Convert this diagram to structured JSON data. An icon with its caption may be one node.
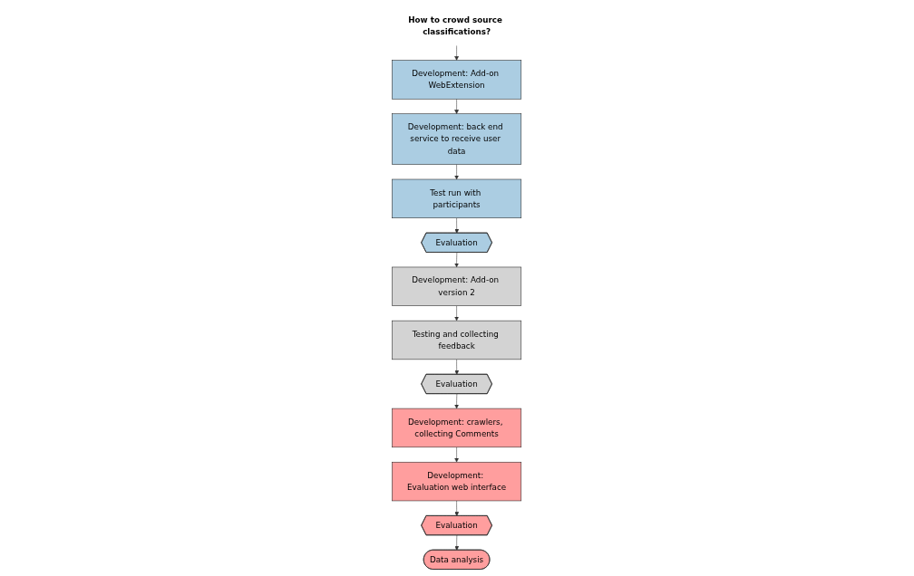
{
  "diagram": {
    "nodes": [
      {
        "text": [
          "How to crowd source classifications?"
        ]
      },
      {
        "text": [
          "Development: Add-on WebExtension"
        ]
      },
      {
        "text": [
          "Development: back end service to receive user data"
        ]
      },
      {
        "text": [
          "Test run with participants"
        ]
      },
      {
        "text": [
          "Evaluation"
        ]
      },
      {
        "text": [
          "Development: Add-on version 2"
        ]
      },
      {
        "text": [
          "Testing and collecting feedback"
        ]
      },
      {
        "text": [
          "Evaluation"
        ]
      },
      {
        "text": [
          "Development: crawlers, collecting Comments"
        ]
      },
      {
        "text": [
          "Development: Evaluation web interface"
        ]
      },
      {
        "text": [
          "Evaluation"
        ]
      },
      {
        "text": [
          "Data analysis"
        ]
      }
    ],
    "edges": [
      {
        "from": 0,
        "to": 1,
        "arrow": "to"
      },
      {
        "from": 1,
        "to": 2,
        "arrow": "to"
      },
      {
        "from": 2,
        "to": 3,
        "arrow": "to"
      },
      {
        "from": 3,
        "to": 4,
        "arrow": "to"
      },
      {
        "from": 4,
        "to": 5,
        "arrow": "to"
      },
      {
        "from": 5,
        "to": 6,
        "arrow": "to"
      },
      {
        "from": 6,
        "to": 7,
        "arrow": "to"
      },
      {
        "from": 7,
        "to": 8,
        "arrow": "to"
      },
      {
        "from": 8,
        "to": 9,
        "arrow": "to"
      },
      {
        "from": 9,
        "to": 10,
        "arrow": "to"
      },
      {
        "from": 10,
        "to": 11,
        "arrow": "to"
      }
    ]
  }
}
